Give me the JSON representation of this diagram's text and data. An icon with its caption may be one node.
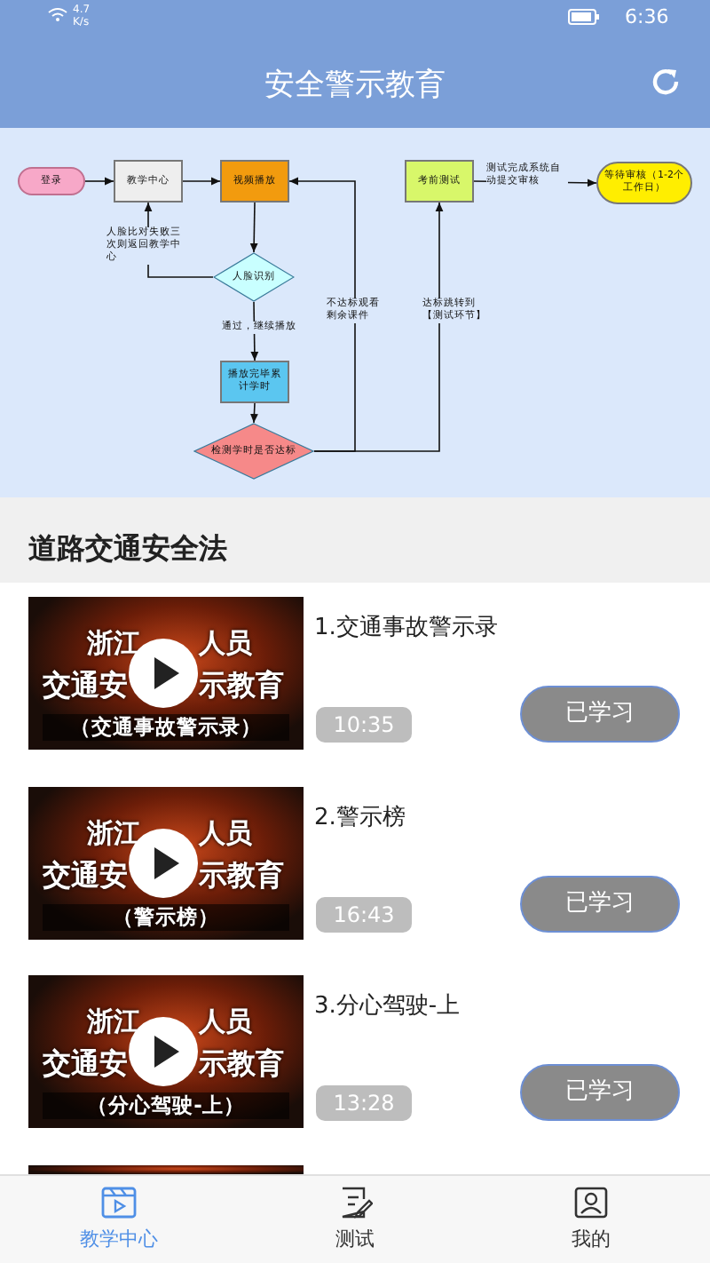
{
  "diagram": {
    "title": "安全警示教育",
    "nodes": [
      {
        "text": [
          "登录"
        ]
      },
      {
        "text": [
          "教学中心"
        ]
      },
      {
        "text": [
          "视频播放"
        ]
      },
      {
        "text": [
          "人脸识别"
        ]
      },
      {
        "text": [
          "播放完毕累计学时"
        ]
      },
      {
        "text": [
          "检测学时是否达标"
        ]
      },
      {
        "text": [
          "考前测试"
        ]
      },
      {
        "text": [
          "等待审核（1-2个工作日）"
        ]
      }
    ],
    "edges": [
      {
        "from": 0,
        "to": 1,
        "arrow": "to"
      },
      {
        "from": 1,
        "to": 2,
        "arrow": "to"
      },
      {
        "from": 2,
        "to": 3,
        "arrow": "to"
      },
      {
        "from": 3,
        "to": 1,
        "arrow": "to",
        "label": "人脸比对失败三次则返回教学中心"
      },
      {
        "from": 3,
        "to": 4,
        "arrow": "to",
        "label": "通过，继续播放"
      },
      {
        "from": 4,
        "to": 5,
        "arrow": "to"
      },
      {
        "from": 5,
        "to": 2,
        "arrow": "to",
        "label": "不达标观看剩余课件"
      },
      {
        "from": 5,
        "to": 6,
        "arrow": "to",
        "label": "达标跳转到【测试环节】"
      },
      {
        "from": 6,
        "to": 7,
        "arrow": "to",
        "label": "测试完成系统自动提交审核"
      }
    ],
    "labels": [
      "4.7 K/s",
      "6:36",
      "道路交通安全法",
      "浙江",
      "人员",
      "交通安",
      "示教育",
      "（交通事故警示录）",
      "1.交通事故警示录",
      "10:35",
      "已学习",
      "浙江",
      "人员",
      "交通安",
      "示教育",
      "（警示榜）",
      "2.警示榜",
      "16:43",
      "已学习",
      "浙江",
      "人员",
      "交通安",
      "示教育",
      "（分心驾驶-上）",
      "3.分心驾驶-上",
      "13:28",
      "已学习",
      "教学中心",
      "测试",
      "我的"
    ]
  }
}
